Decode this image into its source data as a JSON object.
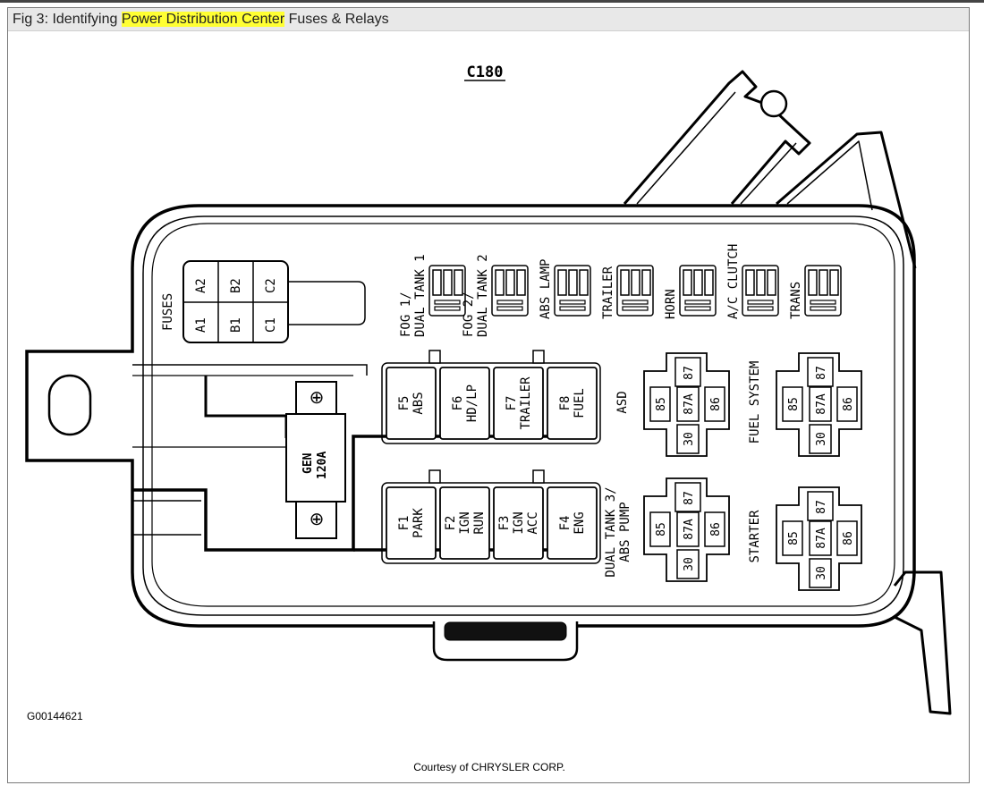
{
  "caption": {
    "prefix": "Fig 3: Identifying ",
    "highlight": "Power Distribution Center",
    "suffix": " Fuses & Relays"
  },
  "diagram": {
    "connector_label": "C180",
    "fuses_label": "FUSES",
    "fuse_cells_top": [
      "A2",
      "B2",
      "C2"
    ],
    "fuse_cells_bottom": [
      "A1",
      "B1",
      "C1"
    ],
    "mini_fuses": [
      {
        "line1": "FOG 1/",
        "line2": "DUAL TANK 1"
      },
      {
        "line1": "FOG 2/",
        "line2": "DUAL TANK 2"
      },
      {
        "line1": "ABS LAMP",
        "line2": ""
      },
      {
        "line1": "TRAILER",
        "line2": ""
      },
      {
        "line1": "HORN",
        "line2": ""
      },
      {
        "line1": "A/C CLUTCH",
        "line2": ""
      },
      {
        "line1": "TRANS",
        "line2": ""
      }
    ],
    "upper_fuses": [
      {
        "id": "F5",
        "name": "ABS",
        "name2": ""
      },
      {
        "id": "F6",
        "name": "HD/LP",
        "name2": ""
      },
      {
        "id": "F7",
        "name": "TRAILER",
        "name2": ""
      },
      {
        "id": "F8",
        "name": "FUEL",
        "name2": ""
      }
    ],
    "lower_fuses": [
      {
        "id": "F1",
        "name": "PARK",
        "name2": ""
      },
      {
        "id": "F2",
        "name": "IGN",
        "name2": "RUN"
      },
      {
        "id": "F3",
        "name": "IGN",
        "name2": "ACC"
      },
      {
        "id": "F4",
        "name": "ENG",
        "name2": ""
      }
    ],
    "generator_fuse": {
      "line1": "GEN",
      "line2": "120A"
    },
    "terminal_symbol": "⊕",
    "relay_pins": {
      "top": "87",
      "left": "85",
      "center": "87A",
      "right": "86",
      "bottom": "30"
    },
    "relays": [
      {
        "line1": "ASD",
        "line2": ""
      },
      {
        "line1": "FUEL SYSTEM",
        "line2": ""
      },
      {
        "line1": "DUAL TANK 3/",
        "line2": "ABS PUMP"
      },
      {
        "line1": "STARTER",
        "line2": ""
      }
    ],
    "figure_code": "G00144621",
    "credit": "Courtesy of CHRYSLER CORP."
  }
}
